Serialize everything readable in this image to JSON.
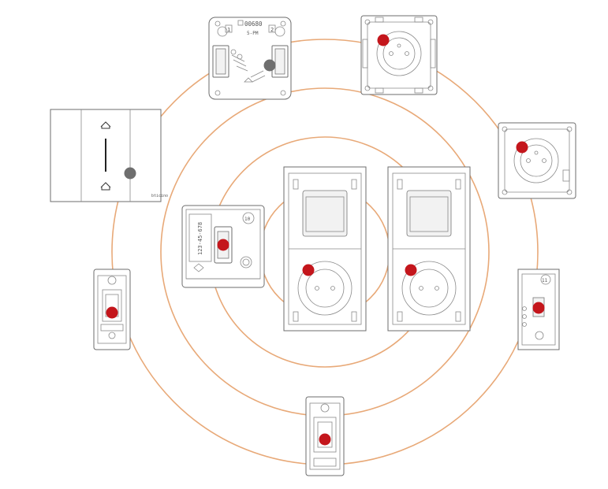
{
  "colors": {
    "ring": "#e8a978",
    "active_marker": "#c4161c",
    "inactive_marker": "#6e6e6e",
    "device_stroke": "#6e6e6e"
  },
  "labels": {
    "top_module_code": "00680",
    "top_module_left_num": "1",
    "top_module_right_num": "2",
    "top_module_sub": "5-PM",
    "gateway_number": "123-45-678",
    "gateway_badge": "10",
    "right_module_badge": "11",
    "switch_brand": "bticino"
  },
  "icons": {
    "switch_up": "home-arrow-icon",
    "switch_down": "home-arrow-icon"
  }
}
